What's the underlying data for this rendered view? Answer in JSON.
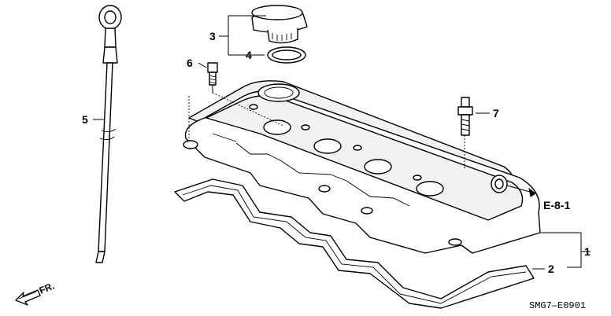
{
  "callouts": [
    {
      "id": "1",
      "label": "1"
    },
    {
      "id": "2",
      "label": "2"
    },
    {
      "id": "3",
      "label": "3"
    },
    {
      "id": "4",
      "label": "4"
    },
    {
      "id": "5",
      "label": "5"
    },
    {
      "id": "6",
      "label": "6"
    },
    {
      "id": "7",
      "label": "7"
    }
  ],
  "reference": "E-8-1",
  "diagram_code": "SMG7—E0901",
  "direction_label": "FR.",
  "icons": {
    "front_arrow": "front-direction-arrow-icon"
  }
}
